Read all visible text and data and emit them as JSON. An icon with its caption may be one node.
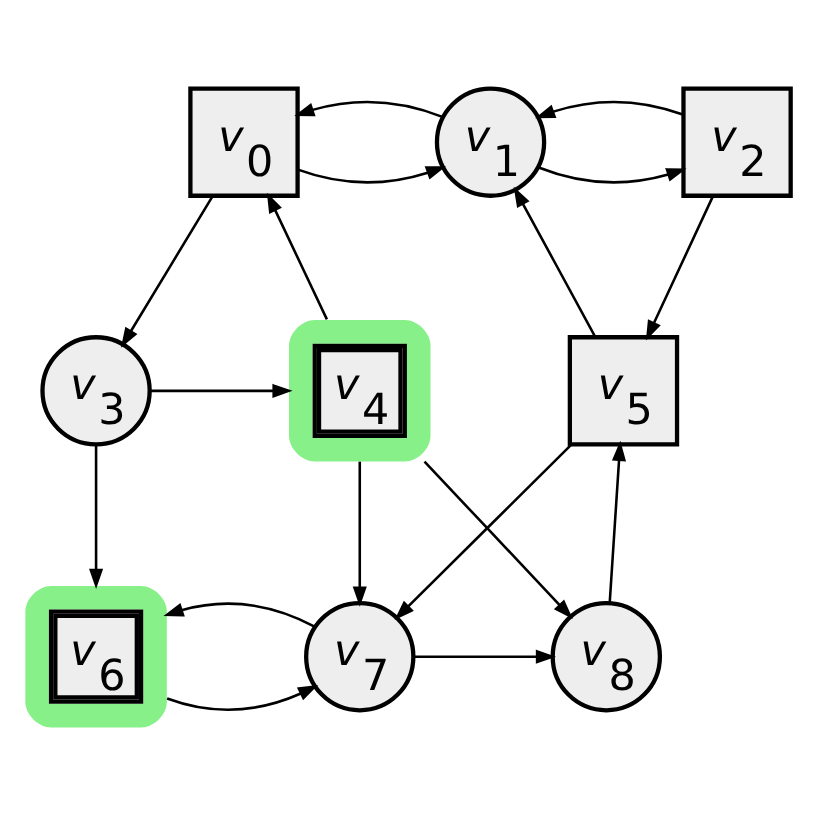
{
  "diagram": {
    "nodes": [
      {
        "text": [
          "v$_{0}$"
        ]
      },
      {
        "text": [
          "v$_{1}$"
        ]
      },
      {
        "text": [
          "v$_{2}$"
        ]
      },
      {
        "text": [
          "v$_{3}$"
        ]
      },
      {
        "text": [
          "v$_{4}$"
        ]
      },
      {
        "text": [
          "v$_{5}$"
        ]
      },
      {
        "text": [
          "v$_{6}$"
        ]
      },
      {
        "text": [
          "v$_{7}$"
        ]
      },
      {
        "text": [
          "v$_{8}$"
        ]
      }
    ],
    "edges": [
      {
        "from": 0,
        "to": 1,
        "arrow": "to"
      },
      {
        "from": 1,
        "to": 0,
        "arrow": "to"
      },
      {
        "from": 1,
        "to": 2,
        "arrow": "to"
      },
      {
        "from": 2,
        "to": 1,
        "arrow": "to"
      },
      {
        "from": 0,
        "to": 3,
        "arrow": "to"
      },
      {
        "from": 2,
        "to": 5,
        "arrow": "to"
      },
      {
        "from": 3,
        "to": 4,
        "arrow": "to"
      },
      {
        "from": 4,
        "to": 0,
        "arrow": "to"
      },
      {
        "from": 5,
        "to": 1,
        "arrow": "to"
      },
      {
        "from": 3,
        "to": 6,
        "arrow": "to"
      },
      {
        "from": 4,
        "to": 7,
        "arrow": "to"
      },
      {
        "from": 4,
        "to": 8,
        "arrow": "to"
      },
      {
        "from": 5,
        "to": 7,
        "arrow": "to"
      },
      {
        "from": 6,
        "to": 7,
        "arrow": "to"
      },
      {
        "from": 7,
        "to": 6,
        "arrow": "to"
      },
      {
        "from": 7,
        "to": 8,
        "arrow": "to"
      },
      {
        "from": 8,
        "to": 5,
        "arrow": "to"
      }
    ]
  }
}
